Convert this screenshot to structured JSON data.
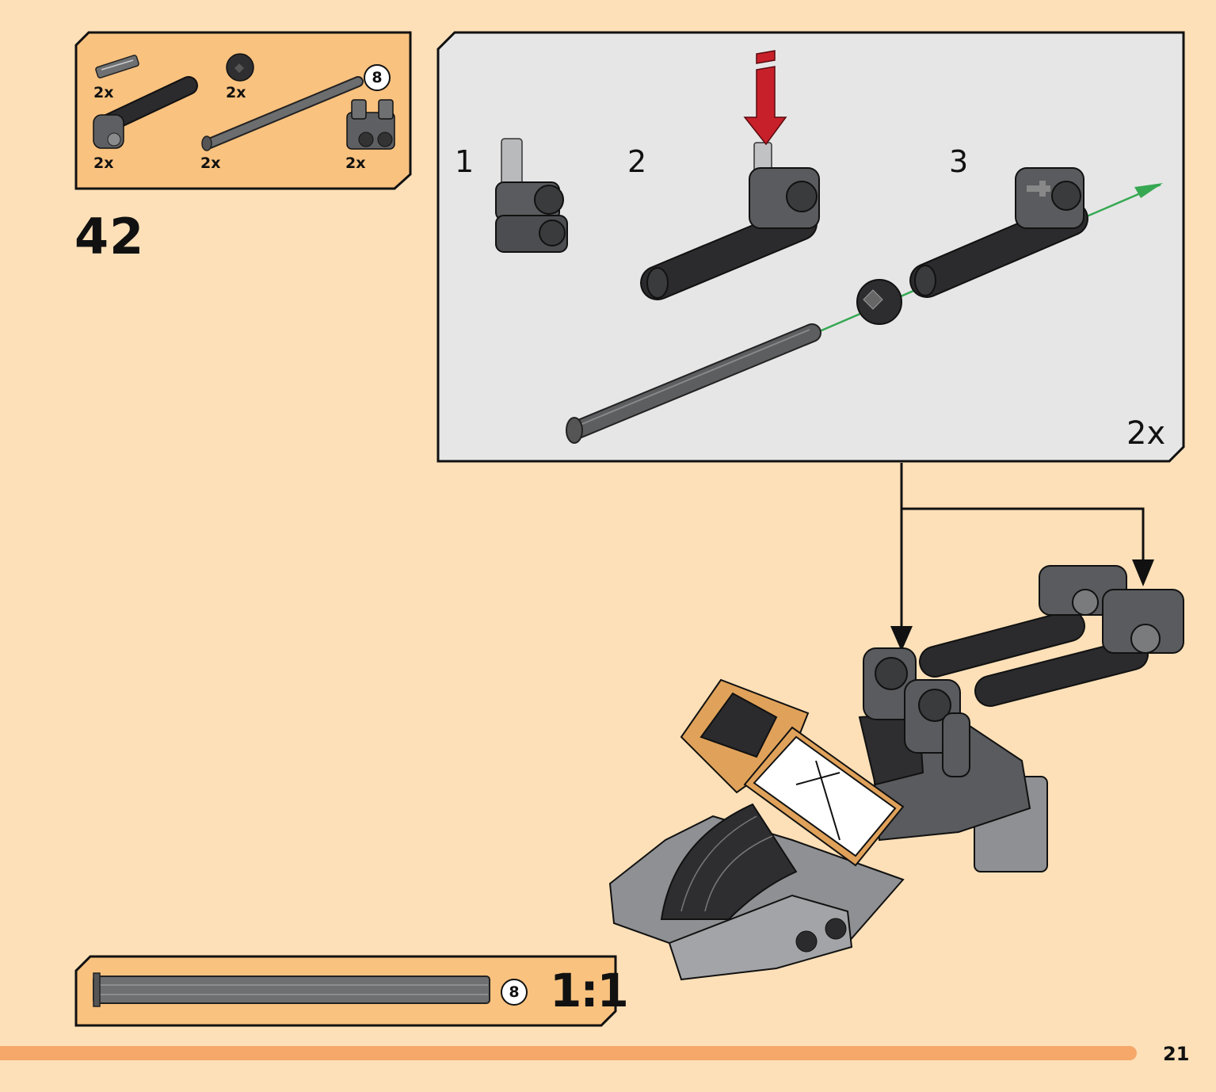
{
  "colors": {
    "page_background": "#fde0b8",
    "parts_panel": "#f9c27f",
    "substep_panel": "#e6e6e6",
    "progress_bar": "#f5a86a",
    "insert_arrow": "#c8202a",
    "guide_line": "#36a852"
  },
  "parts_list": {
    "items": [
      {
        "name": "axle-pin",
        "quantity": "2x",
        "icon": "axle-pin-icon"
      },
      {
        "name": "ball",
        "quantity": "2x",
        "icon": "ball-joint-icon"
      },
      {
        "name": "beam-pipe",
        "quantity": "2x",
        "icon": "pipe-connector-icon"
      },
      {
        "name": "axle-8",
        "quantity": "2x",
        "icon": "axle-8-icon",
        "length_badge": "8"
      },
      {
        "name": "connector-block",
        "quantity": "2x",
        "icon": "connector-block-icon"
      }
    ]
  },
  "step": {
    "number": "42",
    "substeps": [
      {
        "label": "1"
      },
      {
        "label": "2"
      },
      {
        "label": "3"
      }
    ],
    "multiplier": "2x"
  },
  "scale_reference": {
    "length_badge": "8",
    "scale_label": "1:1",
    "icon": "axle-1to1-icon"
  },
  "footer": {
    "page_number": "21"
  }
}
